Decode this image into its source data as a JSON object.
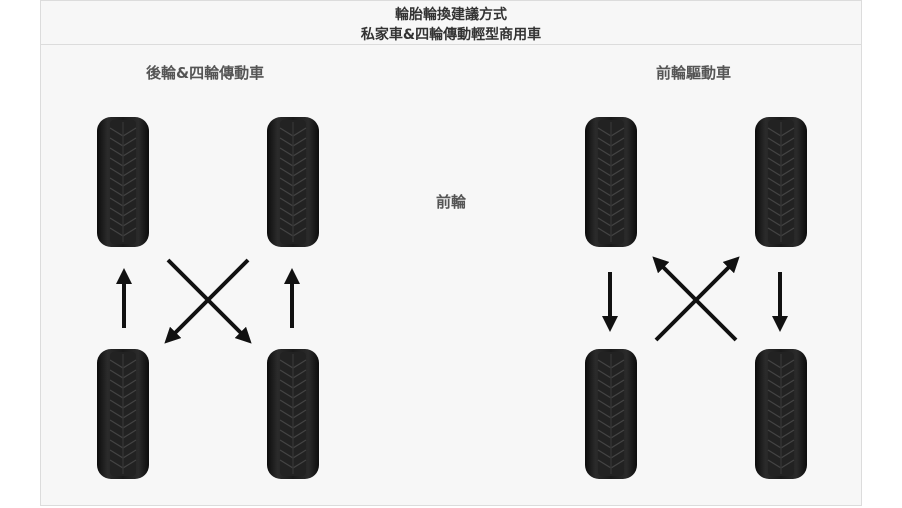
{
  "header": {
    "title_line1": "輪胎輪換建議方式",
    "title_line2": "私家車&四輪傳動輕型商用車"
  },
  "sections": {
    "left_label": "後輪&四輪傳動車",
    "right_label": "前輪驅動車",
    "center_label": "前輪"
  },
  "icons": [
    "tire-icon",
    "arrow-up-icon",
    "arrow-down-icon",
    "cross-arrows-icon"
  ],
  "colors": {
    "tire": "#1a1a1a",
    "arrow": "#111111",
    "text": "#555555"
  }
}
